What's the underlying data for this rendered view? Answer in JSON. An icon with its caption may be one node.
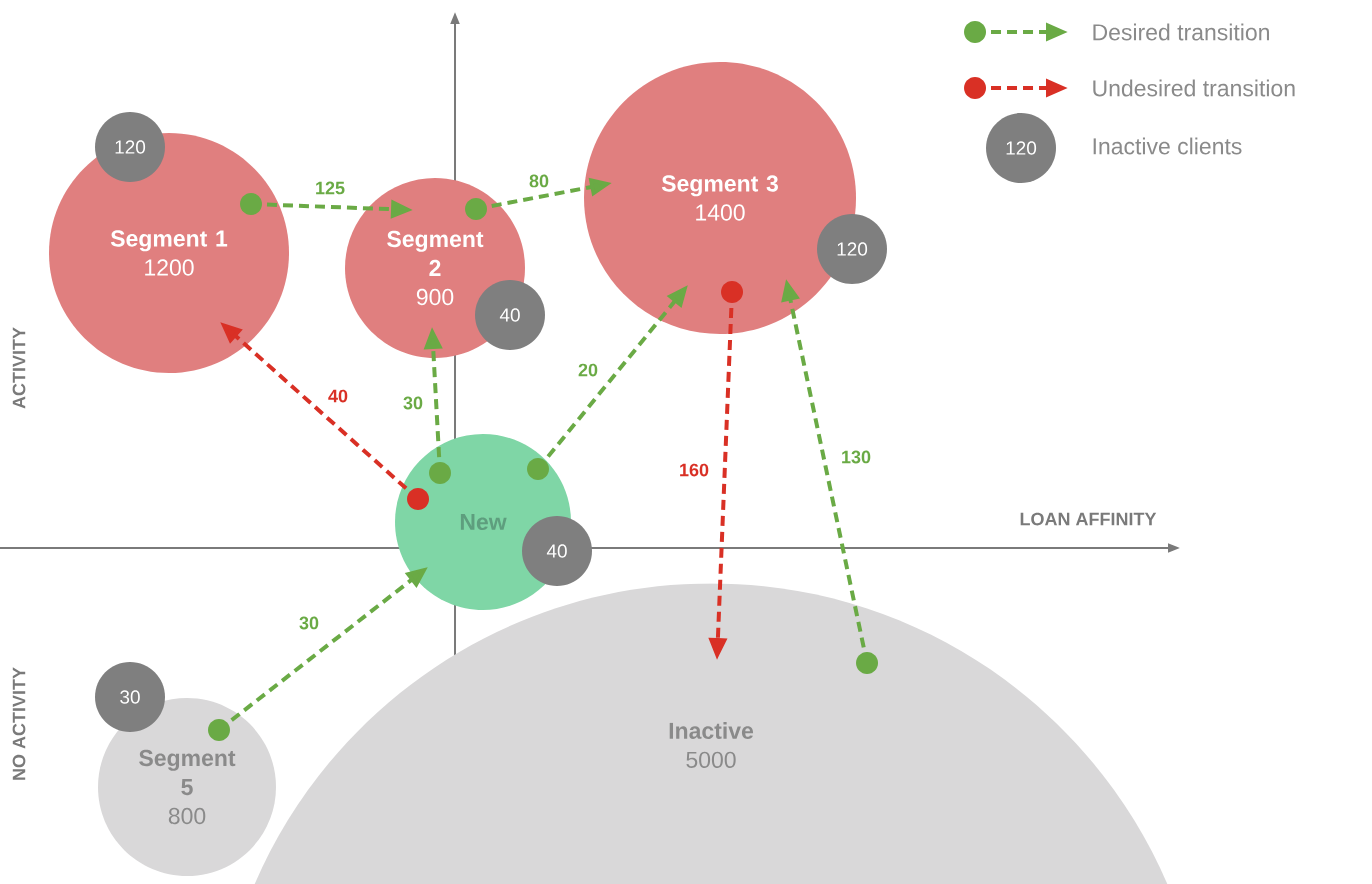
{
  "diagram": {
    "nodes": [
      {
        "text": [
          "Segment 1",
          "1200"
        ]
      },
      {
        "text": [
          "120"
        ]
      },
      {
        "text": [
          "Segment 2",
          "900"
        ]
      },
      {
        "text": [
          "40"
        ]
      },
      {
        "text": [
          "Segment 3",
          "1400"
        ]
      },
      {
        "text": [
          "120"
        ]
      },
      {
        "text": [
          "New"
        ]
      },
      {
        "text": [
          "40"
        ]
      },
      {
        "text": [
          "Segment 5",
          "800"
        ]
      },
      {
        "text": [
          "30"
        ]
      },
      {
        "text": [
          "Inactive",
          "5000"
        ]
      }
    ],
    "edges": [
      {
        "from": 0,
        "to": 2,
        "arrow": "to",
        "label": "125",
        "style": "dashed"
      },
      {
        "from": 2,
        "to": 4,
        "arrow": "to",
        "label": "80",
        "style": "dashed"
      },
      {
        "from": 6,
        "to": 0,
        "arrow": "to",
        "label": "40",
        "style": "dashed",
        "color": "#d93025"
      },
      {
        "from": 6,
        "to": 2,
        "arrow": "to",
        "label": "30",
        "style": "dashed"
      },
      {
        "from": 6,
        "to": 4,
        "arrow": "to",
        "label": "20",
        "style": "dashed"
      },
      {
        "from": 4,
        "to": 10,
        "arrow": "to",
        "label": "160",
        "style": "dashed",
        "color": "#d93025"
      },
      {
        "from": 10,
        "to": 4,
        "arrow": "to",
        "label": "130",
        "style": "dashed"
      },
      {
        "from": 8,
        "to": 6,
        "arrow": "to",
        "label": "30",
        "style": "dashed"
      }
    ],
    "labels": [
      "120",
      "ACTIVITY",
      "LOAN AFFINITY",
      "NO ACTIVITY"
    ],
    "legend": [
      {
        "text": "Desired transition"
      },
      {
        "text": "Undesired transition"
      },
      {
        "text": "Inactive clients",
        "color": "#7f7f7f"
      }
    ]
  }
}
